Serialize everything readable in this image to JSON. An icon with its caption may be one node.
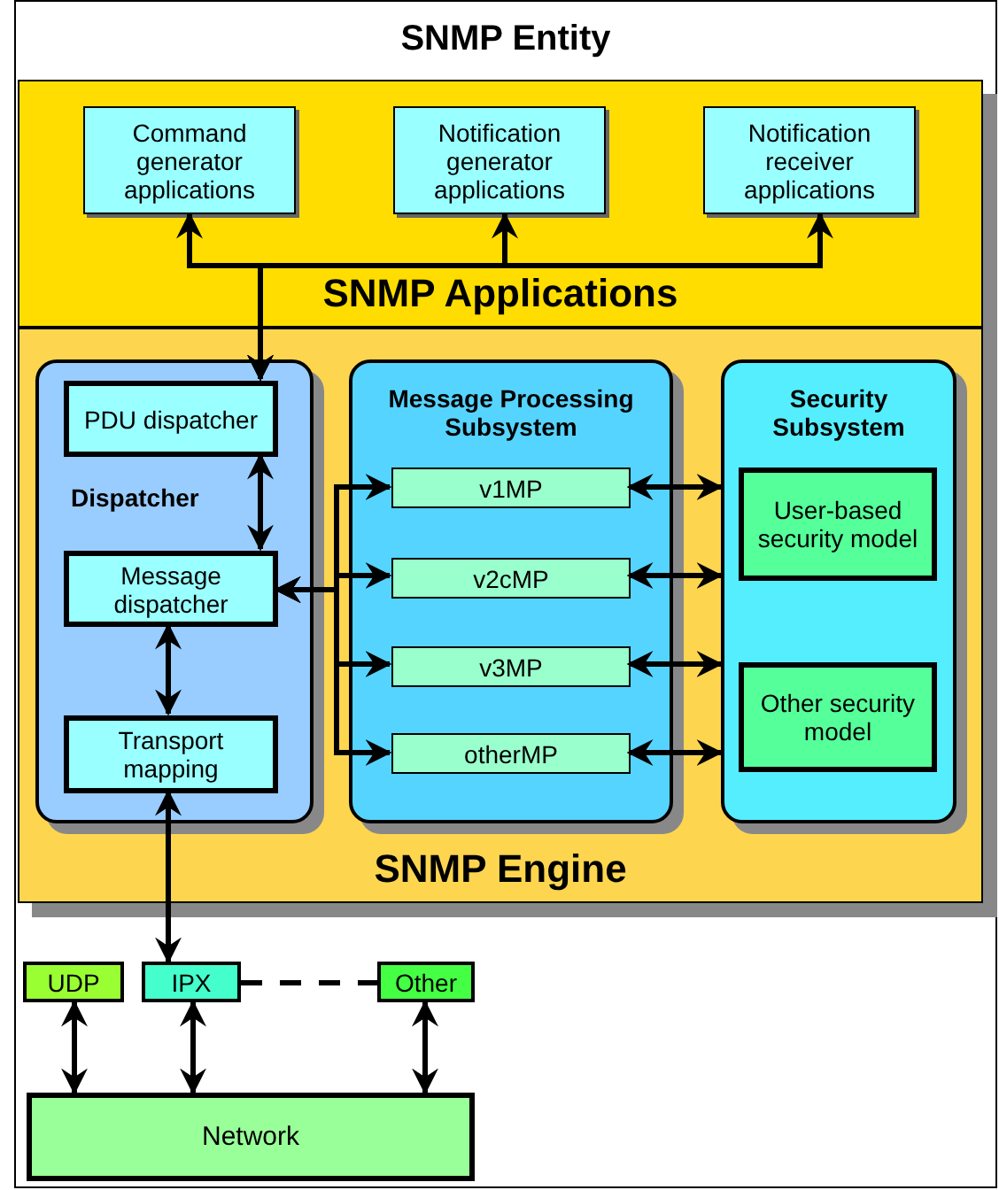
{
  "diagram": {
    "nodes": [
      {
        "text": [
          "SNMP Entity"
        ]
      },
      {
        "text": [
          "SNMP Applications"
        ],
        "in": 0
      },
      {
        "text": [
          "Command generator applications"
        ],
        "in": 1
      },
      {
        "text": [
          "Notification generator applications"
        ],
        "in": 1
      },
      {
        "text": [
          "Notification receiver applications"
        ],
        "in": 1
      },
      {
        "text": [
          "SNMP Engine"
        ],
        "in": 0
      },
      {
        "text": [
          "Dispatcher"
        ],
        "in": 5
      },
      {
        "text": [
          "PDU dispatcher"
        ],
        "in": 6
      },
      {
        "text": [
          "Message dispatcher"
        ],
        "in": 6
      },
      {
        "text": [
          "Transport mapping"
        ],
        "in": 6
      },
      {
        "text": [
          "Message Processing Subsystem"
        ],
        "in": 5
      },
      {
        "text": [
          "v1MP"
        ],
        "in": 10
      },
      {
        "text": [
          "v2cMP"
        ],
        "in": 10
      },
      {
        "text": [
          "v3MP"
        ],
        "in": 10
      },
      {
        "text": [
          "otherMP"
        ],
        "in": 10
      },
      {
        "text": [
          "Security Subsystem"
        ],
        "in": 5
      },
      {
        "text": [
          "User-based security model"
        ],
        "in": 15
      },
      {
        "text": [
          "Other security model"
        ],
        "in": 15
      },
      {
        "text": [
          "UDP"
        ],
        "in": 0
      },
      {
        "text": [
          "IPX"
        ],
        "in": 0
      },
      {
        "text": [
          "Other"
        ],
        "in": 0
      },
      {
        "text": [
          "Network"
        ],
        "in": 0
      }
    ],
    "edges": [
      {
        "from": 7,
        "to": 2,
        "arrow": "both"
      },
      {
        "from": 7,
        "to": 3,
        "arrow": "both"
      },
      {
        "from": 7,
        "to": 4,
        "arrow": "both"
      },
      {
        "from": 7,
        "to": 8,
        "arrow": "both"
      },
      {
        "from": 8,
        "to": 11,
        "arrow": "both"
      },
      {
        "from": 8,
        "to": 12,
        "arrow": "both"
      },
      {
        "from": 8,
        "to": 13,
        "arrow": "both"
      },
      {
        "from": 8,
        "to": 14,
        "arrow": "both"
      },
      {
        "from": 11,
        "to": 15,
        "arrow": "both"
      },
      {
        "from": 12,
        "to": 15,
        "arrow": "both"
      },
      {
        "from": 13,
        "to": 15,
        "arrow": "both"
      },
      {
        "from": 14,
        "to": 15,
        "arrow": "both"
      },
      {
        "from": 8,
        "to": 9,
        "arrow": "both"
      },
      {
        "from": 9,
        "to": 19,
        "arrow": "both"
      },
      {
        "from": 19,
        "to": 20,
        "arrow": "none",
        "style": "dashed"
      },
      {
        "from": 18,
        "to": 21,
        "arrow": "both"
      },
      {
        "from": 19,
        "to": 21,
        "arrow": "both"
      },
      {
        "from": 20,
        "to": 21,
        "arrow": "both"
      }
    ]
  }
}
